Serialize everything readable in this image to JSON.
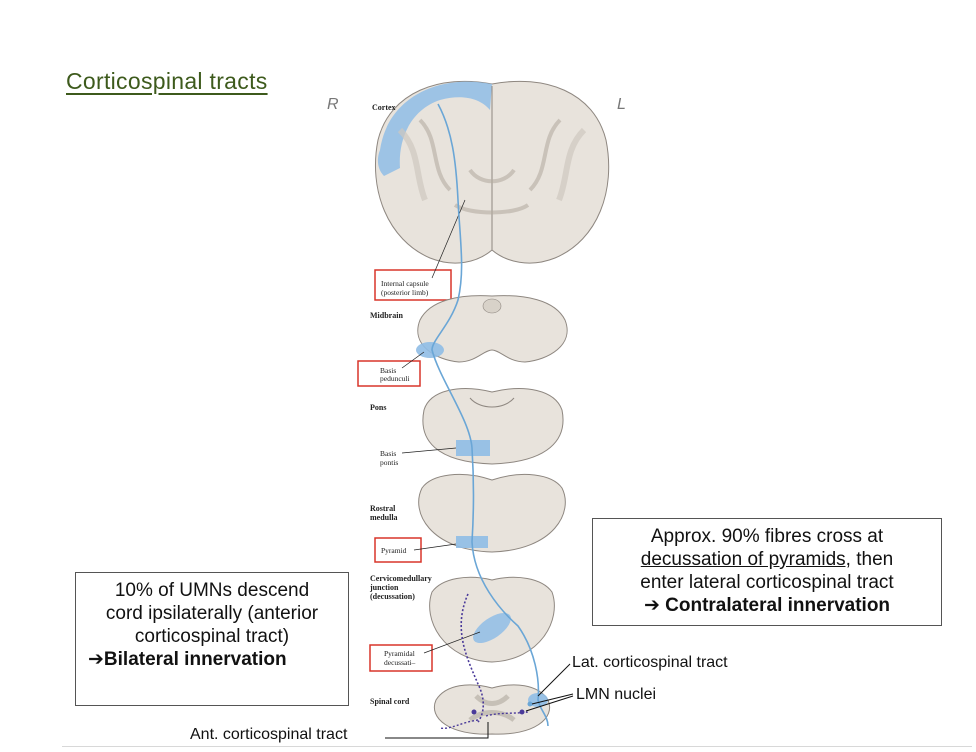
{
  "slide": {
    "title": "Corticospinal tracts",
    "side_right": "R",
    "side_left": "L"
  },
  "figure": {
    "labels": {
      "cortex": "Cortex",
      "internal_capsule_1": "Internal capsule",
      "internal_capsule_2": "(posterior limb)",
      "midbrain": "Midbrain",
      "basis_pedunculi_1": "Basis",
      "basis_pedunculi_2": "pedunculi",
      "pons": "Pons",
      "basis_pontis_1": "Basis",
      "basis_pontis_2": "pontis",
      "rostral_medulla_1": "Rostral",
      "rostral_medulla_2": "medulla",
      "pyramid": "Pyramid",
      "cmj_1": "Cervicomedullary",
      "cmj_2": "junction",
      "cmj_3": "(decussation)",
      "pyr_dec_1": "Pyramidal",
      "pyr_dec_2": "decussati–",
      "spinal_cord": "Spinal cord"
    },
    "colors": {
      "tract": "#6aa6d6",
      "highlight": "#8fbde6",
      "tissue": "#e8e3dc",
      "redbox": "#d9352a",
      "ant_tract": "#4a3a9a"
    }
  },
  "right_box": {
    "line1": "Approx. 90% fibres cross at",
    "line2": "decussation of pyramids,",
    "line2_tail": " then",
    "line3": "enter lateral corticospinal tract",
    "line4": "➔ Contralateral innervation"
  },
  "left_box": {
    "line1": "10% of UMNs descend",
    "line2": "cord ipsilaterally (anterior",
    "line3": "corticospinal tract)",
    "line4": "➔Bilateral innervation"
  },
  "callouts": {
    "lat": "Lat. corticospinal tract",
    "lmn": "LMN nuclei",
    "ant": "Ant. corticospinal tract"
  }
}
